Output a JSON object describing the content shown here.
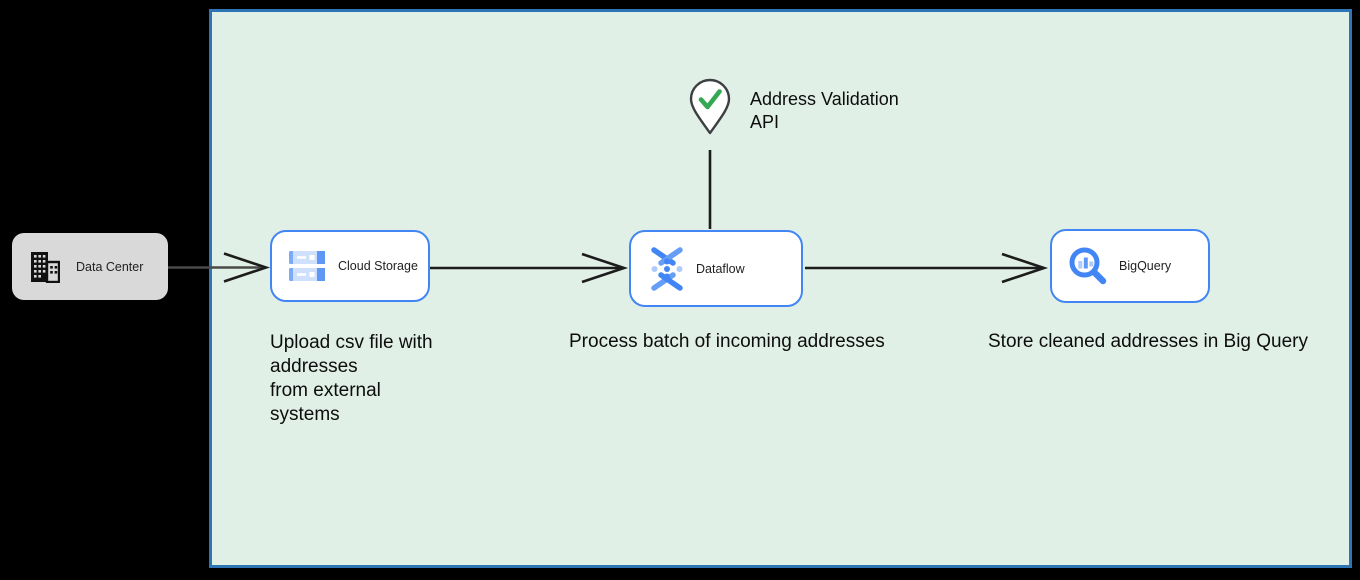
{
  "data_center": {
    "label": "Data Center"
  },
  "cloud_storage": {
    "label": "Cloud Storage",
    "caption": "Upload csv file with\naddresses\nfrom external\nsystems"
  },
  "dataflow": {
    "label": "Dataflow",
    "caption": "Process batch of incoming addresses"
  },
  "bigquery": {
    "label": "BigQuery",
    "caption": "Store cleaned addresses in Big Query"
  },
  "address_validation": {
    "label": "Address Validation\nAPI"
  },
  "icons": {
    "data_center": "office-building-icon",
    "cloud_storage": "cloud-storage-icon",
    "dataflow": "dataflow-icon",
    "bigquery": "bigquery-icon",
    "address_validation": "location-pin-check-icon"
  },
  "colors": {
    "canvas_bg": "#000000",
    "panel_bg": "#e1f0e7",
    "panel_border": "#2e75b6",
    "node_border": "#4285f4",
    "node_bg": "#ffffff",
    "data_center_bg": "#d9d9d9",
    "arrow": "#1c1c1c",
    "check_green": "#34a853",
    "icon_blue": "#4285f4",
    "icon_blue_mid": "#669df6",
    "icon_blue_light": "#aecbfa"
  }
}
